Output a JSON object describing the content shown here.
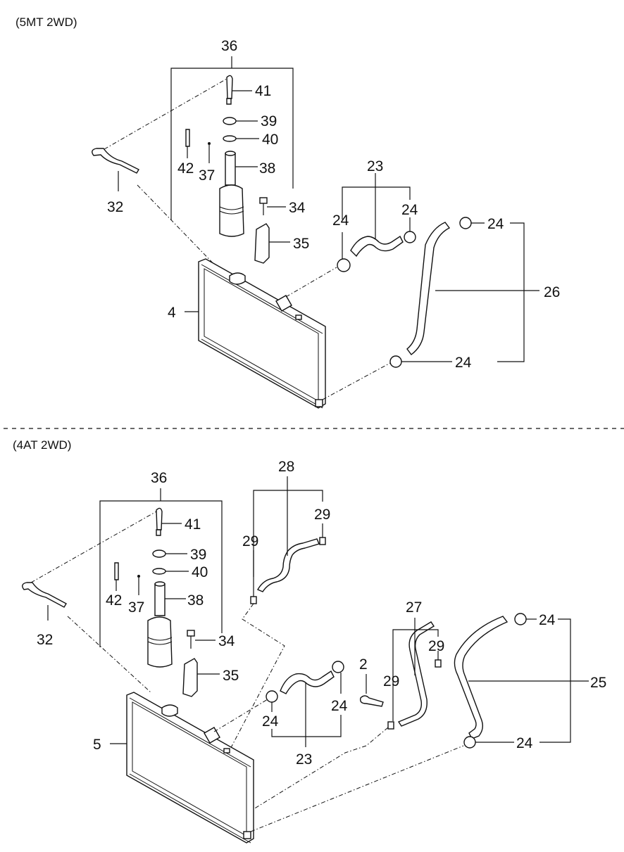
{
  "sections": [
    {
      "caption": "(5MT 2WD)",
      "labels": {
        "p36": "36",
        "p41": "41",
        "p39": "39",
        "p40": "40",
        "p42": "42",
        "p37": "37",
        "p38": "38",
        "p32": "32",
        "p34": "34",
        "p35": "35",
        "p23": "23",
        "p24a": "24",
        "p24b": "24",
        "p24c": "24",
        "p24d": "24",
        "p26": "26",
        "p4": "4"
      }
    },
    {
      "caption": "(4AT 2WD)",
      "labels": {
        "p36": "36",
        "p41": "41",
        "p39": "39",
        "p40": "40",
        "p42": "42",
        "p37": "37",
        "p38": "38",
        "p32": "32",
        "p34": "34",
        "p35": "35",
        "p28": "28",
        "p29a": "29",
        "p29b": "29",
        "p27": "27",
        "p29c": "29",
        "p29d": "29",
        "p2": "2",
        "p24a": "24",
        "p24b": "24",
        "p23": "23",
        "p24c": "24",
        "p24d": "24",
        "p25": "25",
        "p5": "5"
      }
    }
  ]
}
